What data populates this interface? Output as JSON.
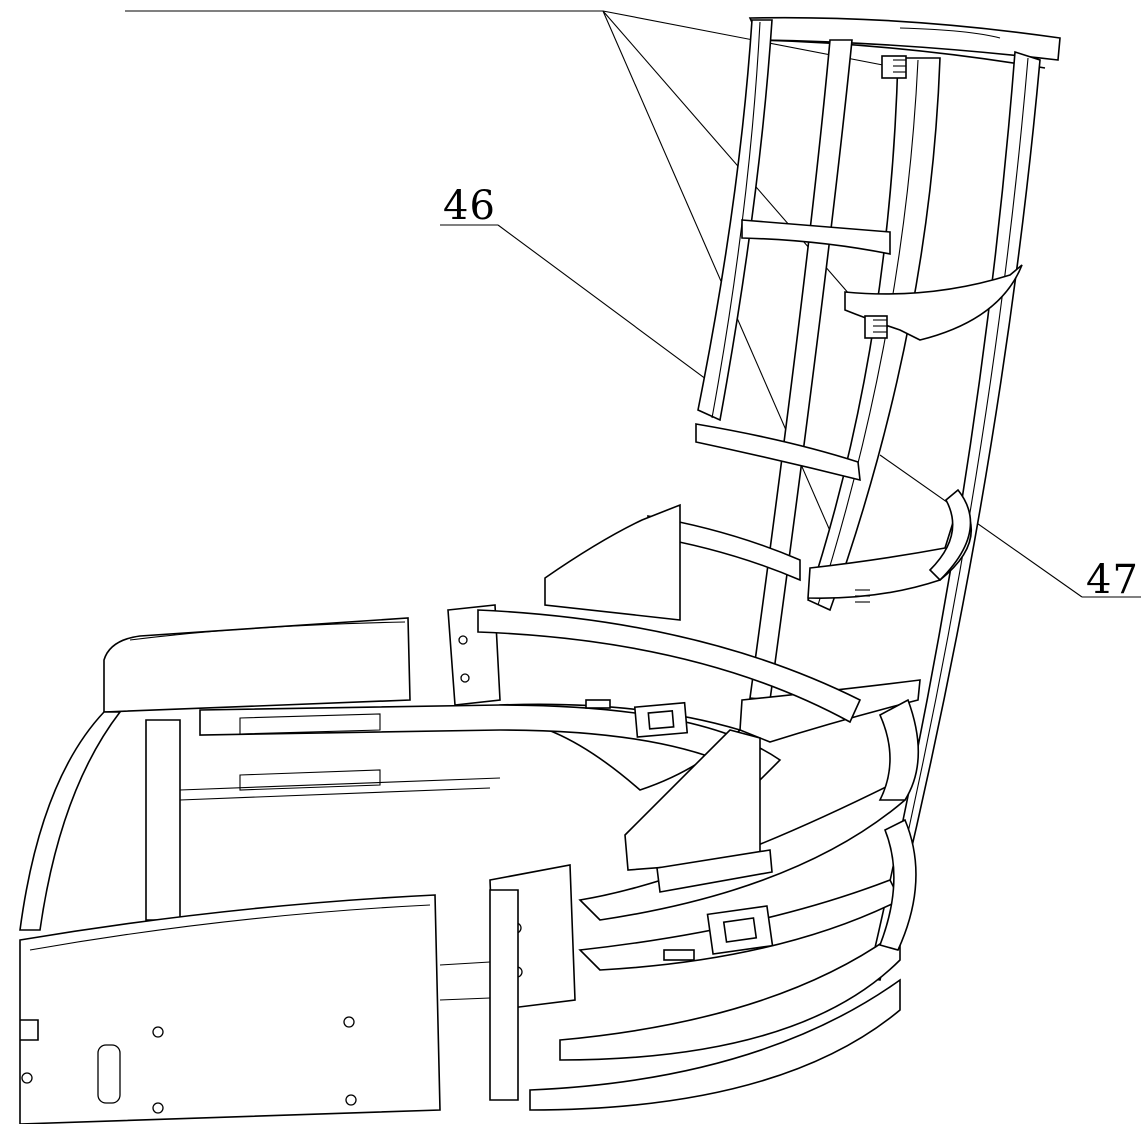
{
  "figure": {
    "labels": [
      {
        "id": "46",
        "text": "46"
      },
      {
        "id": "47",
        "text": "47"
      }
    ]
  }
}
